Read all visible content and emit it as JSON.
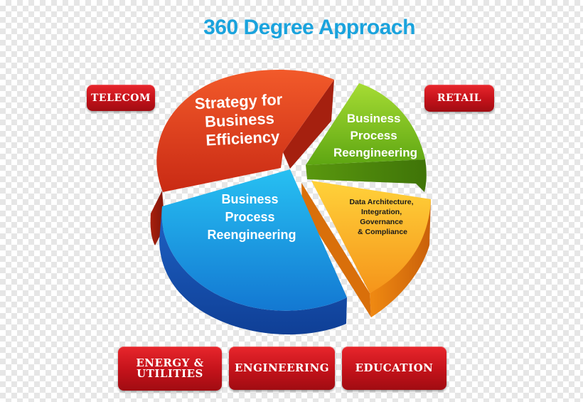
{
  "title": "360 Degree Approach",
  "segments": {
    "red": {
      "lines": [
        "Strategy for",
        "Business",
        "Efficiency"
      ]
    },
    "green": {
      "lines": [
        "Business",
        "Process",
        "Reengineering"
      ]
    },
    "blue": {
      "lines": [
        "Business",
        "Process",
        "Reengineering"
      ]
    },
    "orange": {
      "lines": [
        "Data Architecture,",
        "Integration,",
        "Governance",
        "& Compliance"
      ]
    }
  },
  "industries": {
    "telecom": "TELECOM",
    "retail": "RETAIL",
    "energy": [
      "ENERGY &",
      "UTILITIES"
    ],
    "engineering": "ENGINEERING",
    "education": "EDUCATION"
  },
  "colors": {
    "title": "#1aa3dd",
    "red": "#e03a1f",
    "green": "#7ac21f",
    "blue": "#1b8fe0",
    "orange": "#f7971c",
    "tag": "#d01a20"
  }
}
